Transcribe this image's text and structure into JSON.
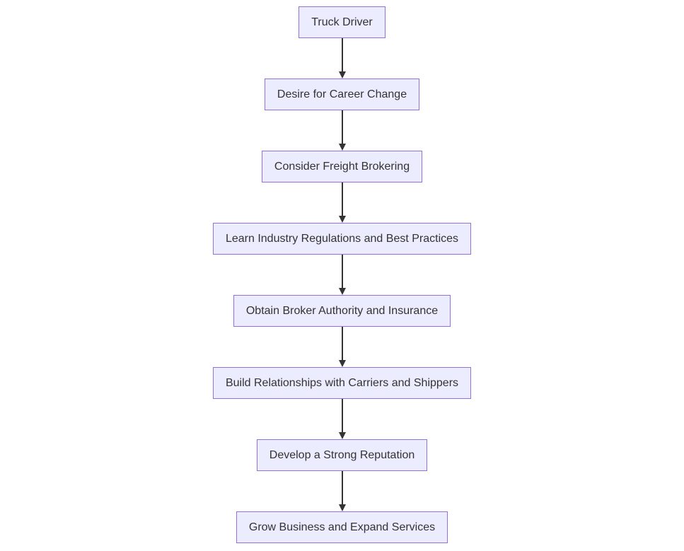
{
  "diagram": {
    "type": "flowchart",
    "direction": "top-down",
    "nodes": [
      {
        "label": "Truck Driver"
      },
      {
        "label": "Desire for Career Change"
      },
      {
        "label": "Consider Freight Brokering"
      },
      {
        "label": "Learn Industry Regulations and Best Practices"
      },
      {
        "label": "Obtain Broker Authority and Insurance"
      },
      {
        "label": "Build Relationships with Carriers and Shippers"
      },
      {
        "label": "Develop a Strong Reputation"
      },
      {
        "label": "Grow Business and Expand Services"
      }
    ],
    "edges": [
      {
        "from": 0,
        "to": 1
      },
      {
        "from": 1,
        "to": 2
      },
      {
        "from": 2,
        "to": 3
      },
      {
        "from": 3,
        "to": 4
      },
      {
        "from": 4,
        "to": 5
      },
      {
        "from": 5,
        "to": 6
      },
      {
        "from": 6,
        "to": 7
      }
    ],
    "colors": {
      "background": "#FFFFFF",
      "node_fill": "#ECECFF",
      "node_border": "#9370DB",
      "node_text": "#333333",
      "arrow": "#333333"
    }
  }
}
